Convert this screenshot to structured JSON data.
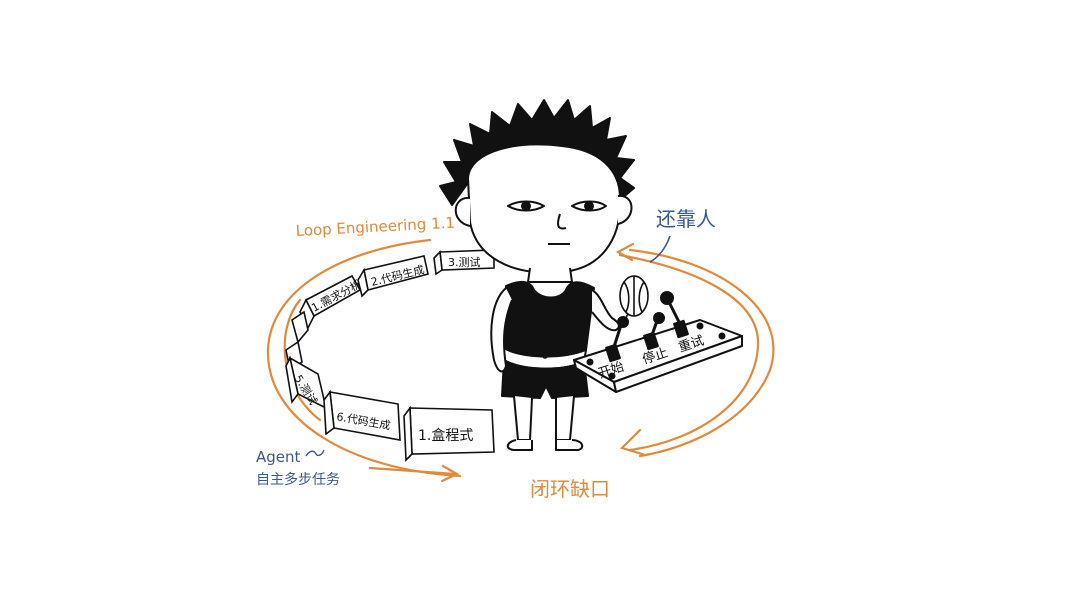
{
  "labels": {
    "loop_title": "Loop Engineering 1.1",
    "reliant": "还靠人",
    "agent": "Agent",
    "agent_desc": "自主多步任务",
    "gap": "闭环缺口"
  },
  "blocks": [
    "1.需求分析",
    "2.代码生成",
    "3.测试",
    "5.测试",
    "6.代码生成",
    "1.盒程式"
  ],
  "control_panel": {
    "buttons": [
      "开始",
      "停止",
      "重试"
    ]
  },
  "colors": {
    "accent_orange": "#e08a3c",
    "accent_blue": "#3a5a8c",
    "ink": "#111111",
    "paper": "#ffffff"
  }
}
